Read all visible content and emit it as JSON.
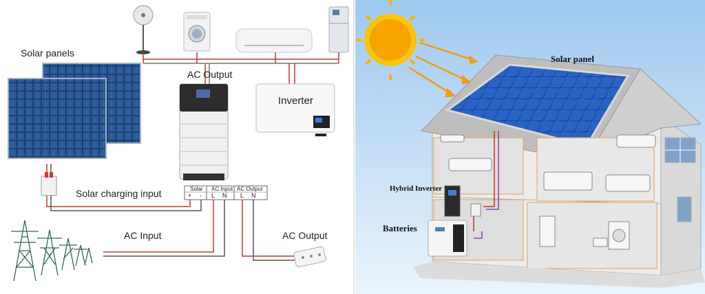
{
  "left": {
    "solar_panels": "Solar panels",
    "ac_output_top": "AC Output",
    "inverter": "Inverter",
    "solar_charging_input": "Solar charging input",
    "ac_input": "AC Input",
    "ac_output_bottom": "AC Output"
  },
  "terminals": {
    "solar": "Solar",
    "ac_input": "AC Input",
    "ac_output": "AC Output",
    "pins": [
      "+",
      "-",
      "L",
      "N",
      "L",
      "N"
    ]
  },
  "right": {
    "solar_panel": "Solar panel",
    "hybrid_inverter": "Hybrid Inverter",
    "batteries": "Batteries"
  },
  "colors": {
    "live_wire": "#c0392b",
    "neutral_wire": "#555555",
    "sun": "#f7a400",
    "panel_blue": "#2a63c4"
  }
}
